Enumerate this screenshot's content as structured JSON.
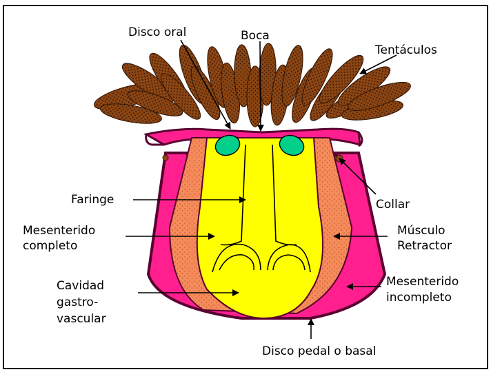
{
  "labels": {
    "disco_oral": "Disco oral",
    "boca": "Boca",
    "tentaculos": "Tentáculos",
    "faringe": "Faringe",
    "collar": "Collar",
    "mesenterido_completo_1": "Mesenterido",
    "mesenterido_completo_2": "completo",
    "musculo_retractor_1": "Músculo",
    "musculo_retractor_2": "Retractor",
    "cavidad_1": "Cavidad",
    "cavidad_2": "gastro-",
    "cavidad_3": "vascular",
    "mesenterido_incompleto_1": "Mesenterido",
    "mesenterido_incompleto_2": "incompleto",
    "disco_pedal": "Disco pedal o basal"
  },
  "colors": {
    "tentacles": "#8b4513",
    "tentacle_dots": "#3a1a08",
    "body_wall": "#ff1f8e",
    "mesentery": "#f58a5a",
    "pharynx_cavity": "#ffff00",
    "gonads": "#00d08a",
    "outline": "#5a0030",
    "background": "#ffffff"
  }
}
